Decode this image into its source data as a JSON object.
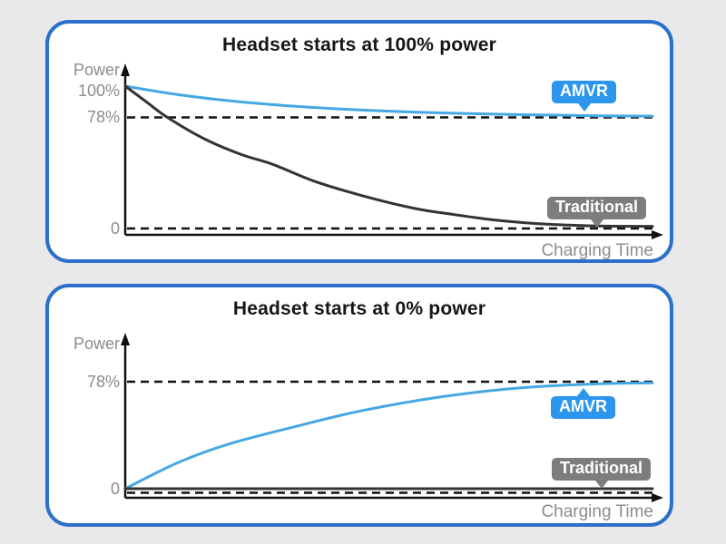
{
  "colors": {
    "page_bg": "#e9e9ea",
    "panel_bg": "#ffffff",
    "panel_border": "#2b70c9",
    "axis": "#111111",
    "label_gray": "#8c8c8c",
    "amvr_line": "#45a8e2",
    "amvr_badge": "#2b96ec",
    "traditional_line": "#333333",
    "traditional_badge": "#7d7d7d"
  },
  "chart_data": [
    {
      "type": "line",
      "title": "Headset starts at 100% power",
      "xlabel": "Charging Time",
      "ylabel": "Power",
      "x_range": [
        0,
        1
      ],
      "ylim": [
        0,
        110
      ],
      "grid": false,
      "yticks": [
        {
          "label": "100%",
          "value": 100
        },
        {
          "label": "78%",
          "value": 78
        },
        {
          "label": "0",
          "value": 0
        }
      ],
      "dashed_reference_lines": [
        78,
        0
      ],
      "series": [
        {
          "name": "AMVR",
          "color": "#45a8e2",
          "x": [
            0,
            0.1,
            0.2,
            0.3,
            0.4,
            0.5,
            0.6,
            0.7,
            0.8,
            0.9,
            1.0
          ],
          "y": [
            100,
            94,
            89.6,
            86.4,
            84.1,
            82.4,
            81.2,
            80.3,
            79.7,
            79.2,
            78.9
          ]
        },
        {
          "name": "Traditional",
          "color": "#333333",
          "x": [
            0,
            0.04,
            0.08,
            0.15,
            0.22,
            0.28,
            0.36,
            0.45,
            0.55,
            0.62,
            0.7,
            0.8,
            0.9,
            1.0
          ],
          "y": [
            100,
            89,
            78,
            63,
            52,
            45,
            33,
            23,
            14,
            10,
            6,
            3,
            1.8,
            1.5
          ]
        }
      ]
    },
    {
      "type": "line",
      "title": "Headset starts at 0% power",
      "xlabel": "Charging Time",
      "ylabel": "Power",
      "x_range": [
        0,
        1
      ],
      "ylim": [
        0,
        95
      ],
      "grid": false,
      "yticks": [
        {
          "label": "78%",
          "value": 78
        },
        {
          "label": "0",
          "value": 0
        }
      ],
      "dashed_reference_lines": [
        78,
        0
      ],
      "series": [
        {
          "name": "AMVR",
          "color": "#45a8e2",
          "x": [
            0,
            0.1,
            0.2,
            0.33,
            0.45,
            0.6,
            0.75,
            0.9,
            1.0
          ],
          "y": [
            0,
            19,
            33,
            46,
            57,
            67,
            73.5,
            76.5,
            77.2
          ]
        },
        {
          "name": "Traditional",
          "color": "#333333",
          "x": [
            0,
            1
          ],
          "y": [
            0,
            0
          ]
        }
      ]
    }
  ]
}
